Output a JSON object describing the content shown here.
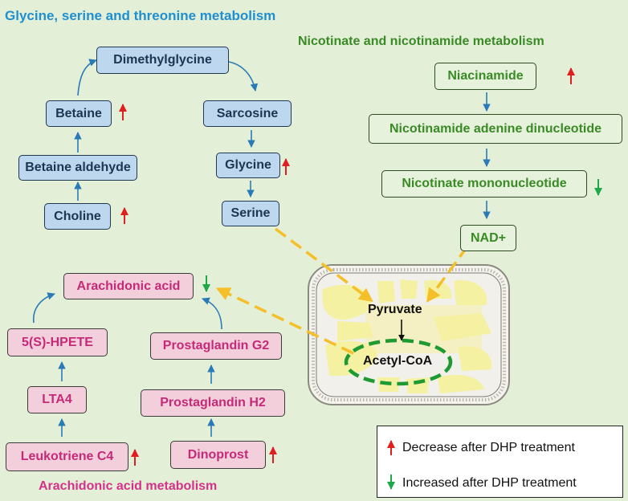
{
  "sections": {
    "glycine": "Glycine, serine and threonine metabolism",
    "nicotinate": "Nicotinate and nicotinamide metabolism",
    "arachidonic": "Arachidonic acid metabolism"
  },
  "glycine_nodes": {
    "dimethylglycine": "Dimethylglycine",
    "betaine": "Betaine",
    "sarcosine": "Sarcosine",
    "betaine_aldehyde": "Betaine aldehyde",
    "glycine": "Glycine",
    "choline": "Choline",
    "serine": "Serine"
  },
  "nicotinate_nodes": {
    "niacinamide": "Niacinamide",
    "nad": "Nicotinamide adenine dinucleotide",
    "nmn": "Nicotinate mononucleotide",
    "nad_plus": "NAD+"
  },
  "arachidonic_nodes": {
    "arachidonic_acid": "Arachidonic acid",
    "hpete": "5(S)-HPETE",
    "pg_g2": "Prostaglandin G2",
    "lta4": "LTA4",
    "pg_h2": "Prostaglandin H2",
    "leukotriene_c4": "Leukotriene C4",
    "dinoprost": "Dinoprost"
  },
  "mitochondrion": {
    "pyruvate": "Pyruvate",
    "acetyl_coa": "Acetyl-CoA"
  },
  "legend": {
    "decrease": "Decrease  after DHP treatment",
    "increase": "Increased  after DHP treatment"
  },
  "colors": {
    "background": "#e3efd7",
    "blue_node": "#bcd7ee",
    "pink_node": "#f3cfdc",
    "dashed_arrow": "#f5bf2a",
    "up_arrow": "#e02020",
    "down_arrow": "#1ea84a"
  }
}
